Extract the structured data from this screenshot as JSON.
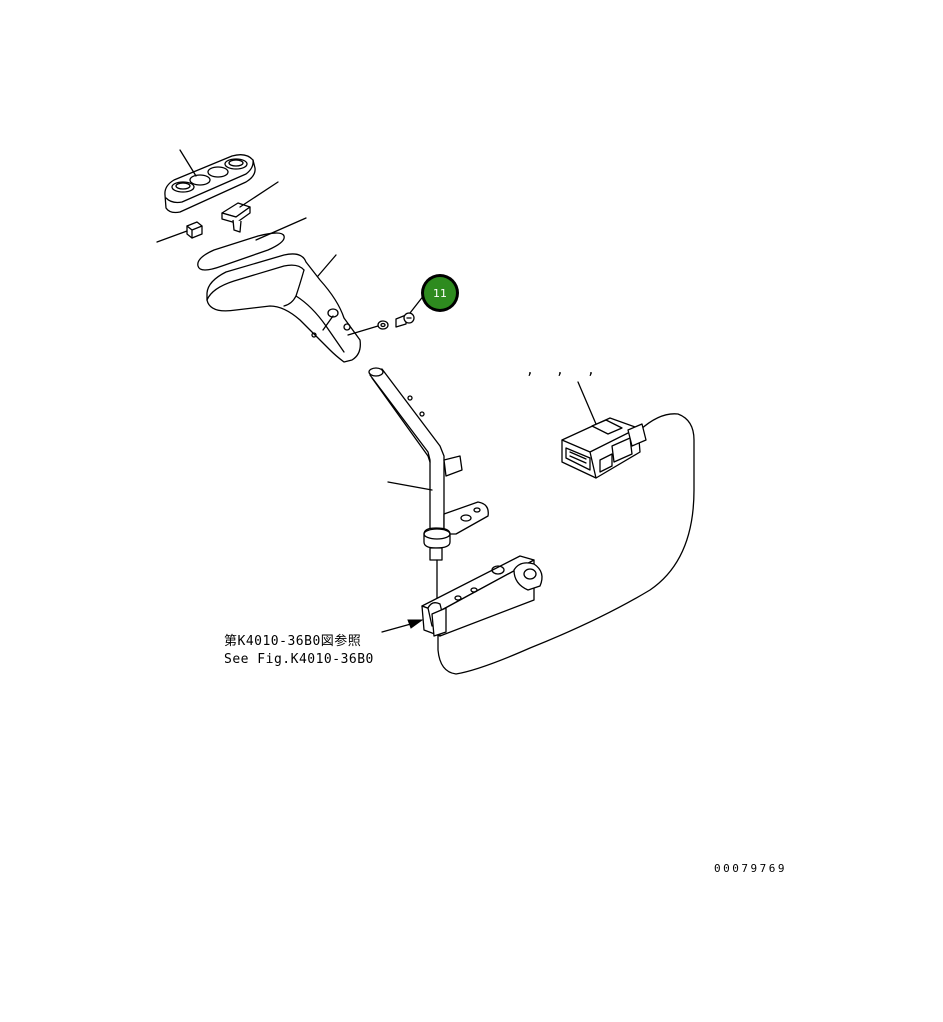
{
  "callout": {
    "number": "11",
    "color": "#2e8b1f",
    "ring_color": "#000000"
  },
  "reference_note": {
    "line_jp": "第K4010-36B0図参照",
    "line_en": "See Fig.K4010-36B0"
  },
  "punctuation_marks": [
    ",",
    ",",
    ","
  ],
  "drawing_number": "00079769"
}
